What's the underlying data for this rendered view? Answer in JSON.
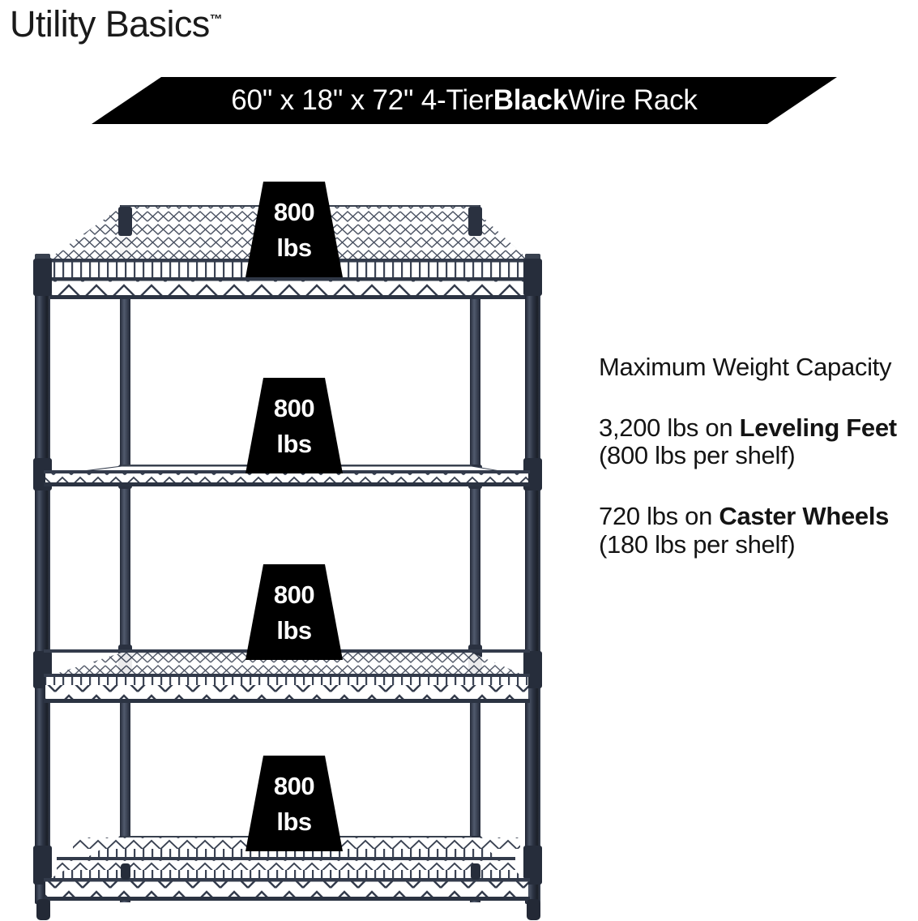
{
  "brand": {
    "name": "Utility Basics",
    "trademark": "™"
  },
  "banner": {
    "text_prefix": "60\" x 18\" x 72\" 4-Tier ",
    "text_bold": "Black",
    "text_suffix": " Wire Rack",
    "background": "#000000",
    "text_color": "#ffffff"
  },
  "capacity": {
    "heading": "Maximum Weight Capacity",
    "leveling": {
      "lead": "3,200 lbs on ",
      "bold": "Leveling Feet",
      "tail": " (800 lbs per shelf)"
    },
    "caster": {
      "lead": "720 lbs on ",
      "bold": "Caster Wheels",
      "tail": " (180 lbs per shelf)"
    }
  },
  "rack": {
    "tiers": 4,
    "frame_color": "#2b3142",
    "wire_color": "#39404f",
    "callouts": [
      {
        "value": "800",
        "unit": "lbs",
        "shelf": 1
      },
      {
        "value": "800",
        "unit": "lbs",
        "shelf": 2
      },
      {
        "value": "800",
        "unit": "lbs",
        "shelf": 3
      },
      {
        "value": "800",
        "unit": "lbs",
        "shelf": 4
      }
    ]
  }
}
